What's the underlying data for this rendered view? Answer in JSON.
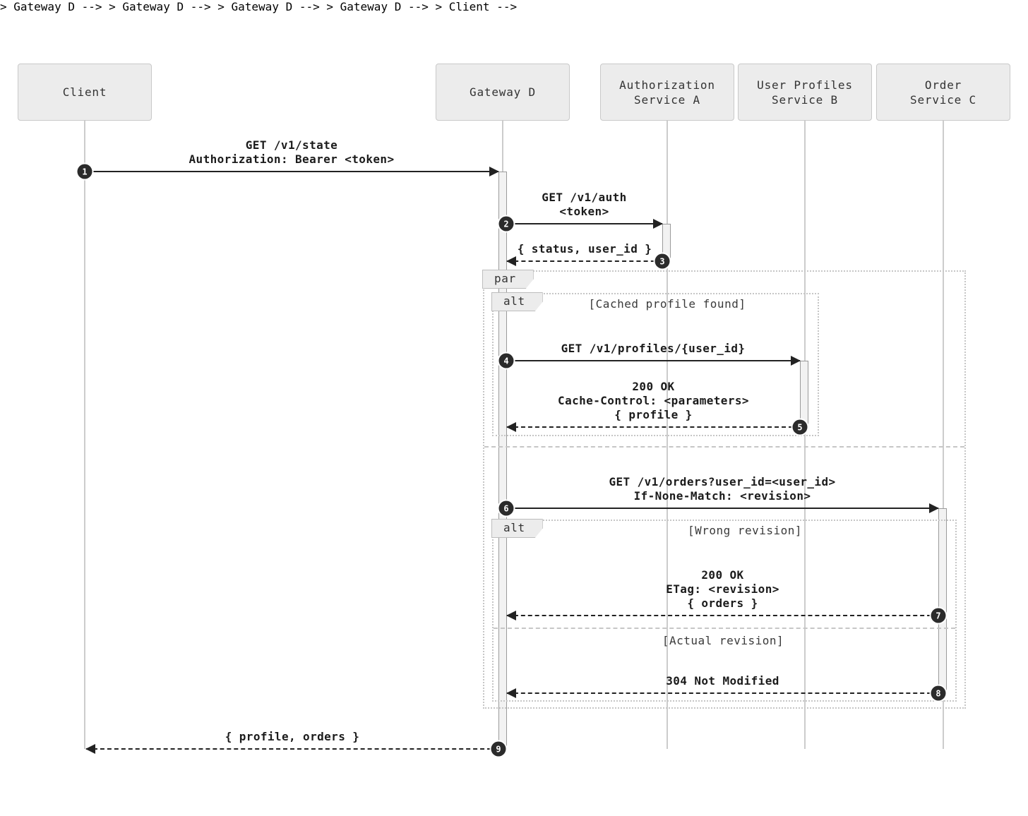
{
  "participants": [
    {
      "label": "Client"
    },
    {
      "label": "Gateway D"
    },
    {
      "label": "Authorization\nService A"
    },
    {
      "label": "User Profiles\nService B"
    },
    {
      "label": "Order\nService C"
    }
  ],
  "fragments": {
    "par": {
      "label": "par"
    },
    "alt_profile": {
      "label": "alt",
      "condition": "[Cached profile found]"
    },
    "alt_orders": {
      "label": "alt",
      "condition_wrong": "[Wrong revision]",
      "condition_actual": "[Actual revision]"
    }
  },
  "messages": [
    {
      "num": "1",
      "text": "GET /v1/state\nAuthorization: Bearer <token>",
      "from": "Client",
      "to": "Gateway D",
      "style": "solid"
    },
    {
      "num": "2",
      "text": "GET /v1/auth\n<token>",
      "from": "Gateway D",
      "to": "Authorization Service A",
      "style": "solid"
    },
    {
      "num": "3",
      "text": "{ status, user_id }",
      "from": "Authorization Service A",
      "to": "Gateway D",
      "style": "dashed"
    },
    {
      "num": "4",
      "text": "GET /v1/profiles/{user_id}",
      "from": "Gateway D",
      "to": "User Profiles Service B",
      "style": "solid"
    },
    {
      "num": "5",
      "text": "200 OK\nCache-Control: <parameters>\n{ profile }",
      "from": "User Profiles Service B",
      "to": "Gateway D",
      "style": "dashed"
    },
    {
      "num": "6",
      "text": "GET /v1/orders?user_id=<user_id>\nIf-None-Match: <revision>",
      "from": "Gateway D",
      "to": "Order Service C",
      "style": "solid"
    },
    {
      "num": "7",
      "text": "200 OK\nETag: <revision>\n{ orders }",
      "from": "Order Service C",
      "to": "Gateway D",
      "style": "dashed"
    },
    {
      "num": "8",
      "text": "304 Not Modified",
      "from": "Order Service C",
      "to": "Gateway D",
      "style": "dashed"
    },
    {
      "num": "9",
      "text": "{ profile, orders }",
      "from": "Gateway D",
      "to": "Client",
      "style": "dashed"
    }
  ],
  "colors": {
    "participant_fill": "#ececec",
    "participant_border": "#c9c9c9",
    "message_line": "#222222",
    "lifeline": "#cccccc",
    "activation_fill": "#f2f2f2",
    "badge_fill": "#2b2b2b",
    "fragment_border": "#c6c6c6"
  }
}
